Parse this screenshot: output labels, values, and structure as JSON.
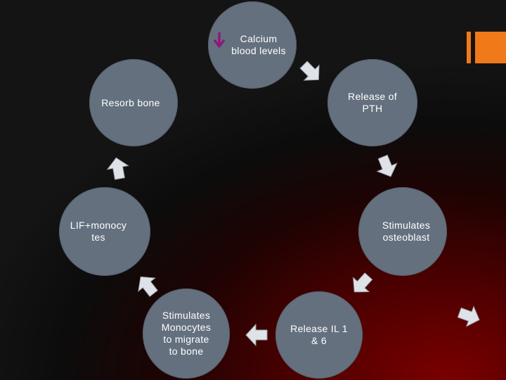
{
  "diagram": {
    "nodes": [
      {
        "id": "calcium",
        "label": "Calcium\nblood levels"
      },
      {
        "id": "pth",
        "label": "Release of\nPTH"
      },
      {
        "id": "osteoblast",
        "label": "Stimulates\nosteoblast"
      },
      {
        "id": "il",
        "label": "Release IL 1\n& 6"
      },
      {
        "id": "monocytes-migrate",
        "label": "Stimulates\nMonocytes\nto migrate\nto bone"
      },
      {
        "id": "lif",
        "label": "LIF+monocy\ntes"
      },
      {
        "id": "resorb",
        "label": "Resorb bone"
      }
    ],
    "calcium_indicator": {
      "direction": "down",
      "color": "#8b1a7a"
    },
    "arrow_color": "#dfe3e8",
    "accent_color": "#f07a1a"
  }
}
